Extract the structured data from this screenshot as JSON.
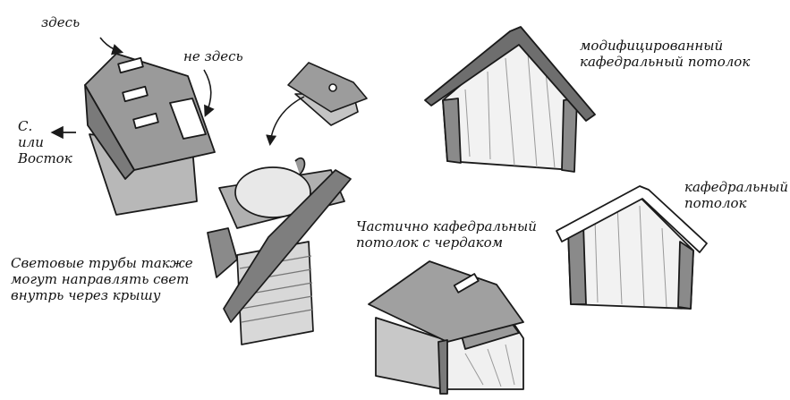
{
  "labels": {
    "here": "здесь",
    "not_here": "не здесь",
    "north_or_east": [
      "С.",
      "или",
      "Восток"
    ],
    "light_tubes": [
      "Световые трубы также",
      "могут направлять свет",
      "внутрь через крышу"
    ],
    "modified_cathedral": [
      "модифицированный",
      "кафедральный потолок"
    ],
    "partial_cathedral": [
      "Частично кафедральный",
      "потолок с чердаком"
    ],
    "cathedral": [
      "кафедральный",
      "потолок"
    ]
  },
  "colors": {
    "ink": "#1a1a1a",
    "shade_dark": "#6e6e6e",
    "shade_mid": "#a8a8a8",
    "shade_light": "#d4d4d4"
  }
}
